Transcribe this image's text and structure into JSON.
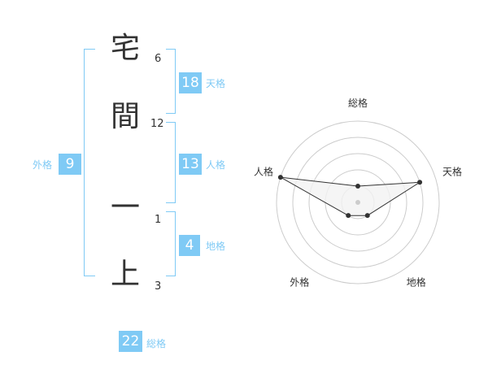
{
  "name": {
    "chars": [
      {
        "char": "宅",
        "strokes": "6"
      },
      {
        "char": "間",
        "strokes": "12"
      },
      {
        "char": "一",
        "strokes": "1"
      },
      {
        "char": "上",
        "strokes": "3"
      }
    ]
  },
  "kakusu": {
    "tenkaku": {
      "value": "18",
      "label": "天格"
    },
    "jinkaku": {
      "value": "13",
      "label": "人格"
    },
    "chikaku": {
      "value": "4",
      "label": "地格"
    },
    "gaikaku": {
      "value": "9",
      "label": "外格"
    },
    "soukaku": {
      "value": "22",
      "label": "総格"
    }
  },
  "chart_data": {
    "type": "radar",
    "axes": [
      "総格",
      "天格",
      "地格",
      "外格",
      "人格"
    ],
    "values": [
      1,
      4,
      1,
      1,
      5
    ],
    "rmax": 5,
    "rings": 5,
    "colors": {
      "fill": "#f2f2f2",
      "stroke": "#333333",
      "grid": "#cccccc",
      "point": "#333333",
      "center": "#cccccc"
    }
  }
}
